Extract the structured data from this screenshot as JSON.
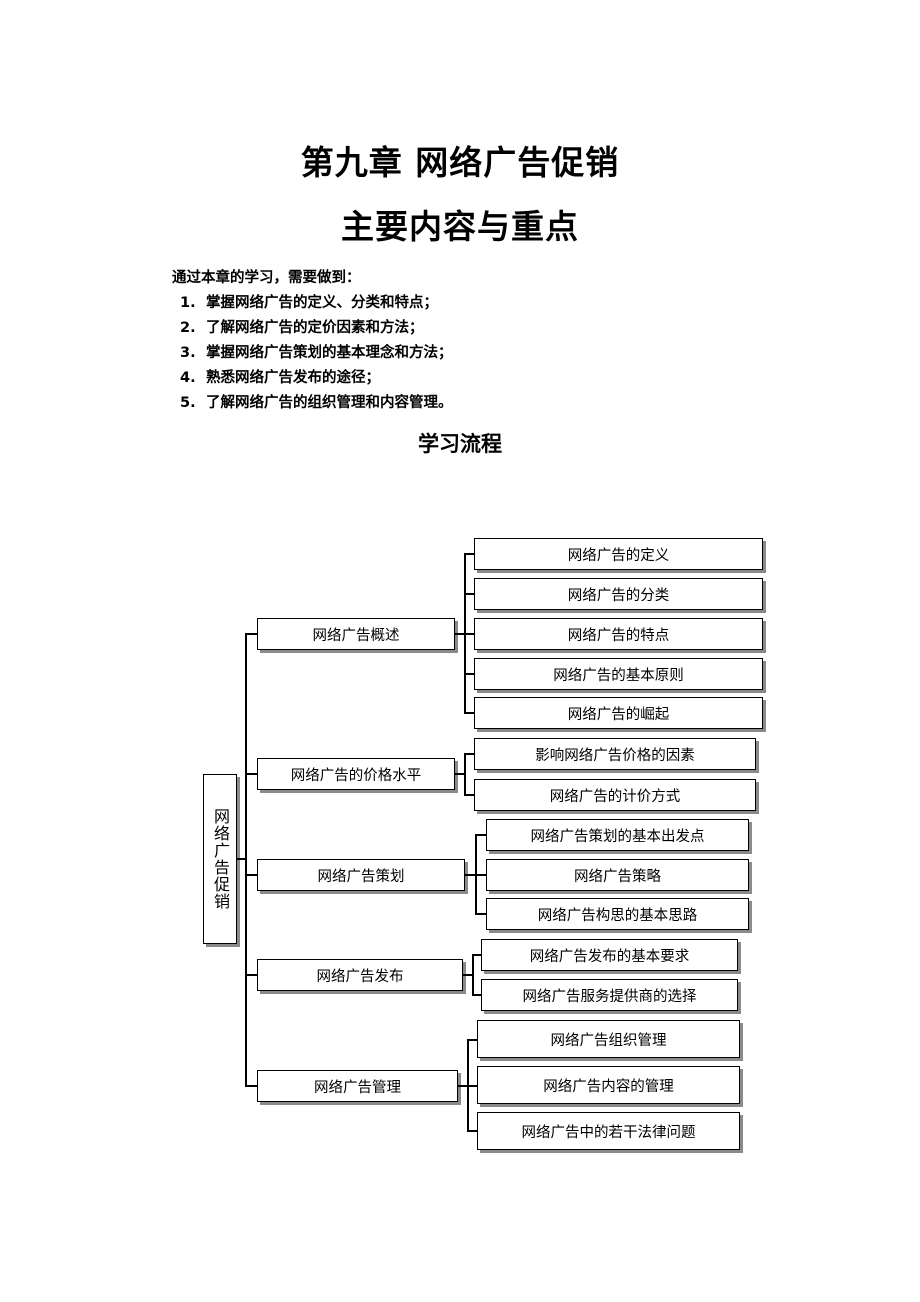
{
  "chapter_title": "第九章  网络广告促销",
  "section_title": "主要内容与重点",
  "intro": "通过本章的学习，需要做到：",
  "objectives": [
    {
      "num": "1.",
      "text": "掌握网络广告的定义、分类和特点；"
    },
    {
      "num": "2.",
      "text": "了解网络广告的定价因素和方法；"
    },
    {
      "num": "3.",
      "text": "掌握网络广告策划的基本理念和方法；"
    },
    {
      "num": "4.",
      "text": "熟悉网络广告发布的途径；"
    },
    {
      "num": "5.",
      "text": "了解网络广告的组织管理和内容管理。"
    }
  ],
  "flow_title": "学习流程",
  "diagram": {
    "root": "网络广告促销",
    "branches": [
      {
        "label": "网络广告概述",
        "children": [
          "网络广告的定义",
          "网络广告的分类",
          "网络广告的特点",
          "网络广告的基本原则",
          "网络广告的崛起"
        ]
      },
      {
        "label": "网络广告的价格水平",
        "children": [
          "影响网络广告价格的因素",
          "网络广告的计价方式"
        ]
      },
      {
        "label": "网络广告策划",
        "children": [
          "网络广告策划的基本出发点",
          "网络广告策略",
          "网络广告构思的基本思路"
        ]
      },
      {
        "label": "网络广告发布",
        "children": [
          "网络广告发布的基本要求",
          "网络广告服务提供商的选择"
        ]
      },
      {
        "label": "网络广告管理",
        "children": [
          "网络广告组织管理",
          "网络广告内容的管理",
          "网络广告中的若干法律问题"
        ]
      }
    ]
  }
}
